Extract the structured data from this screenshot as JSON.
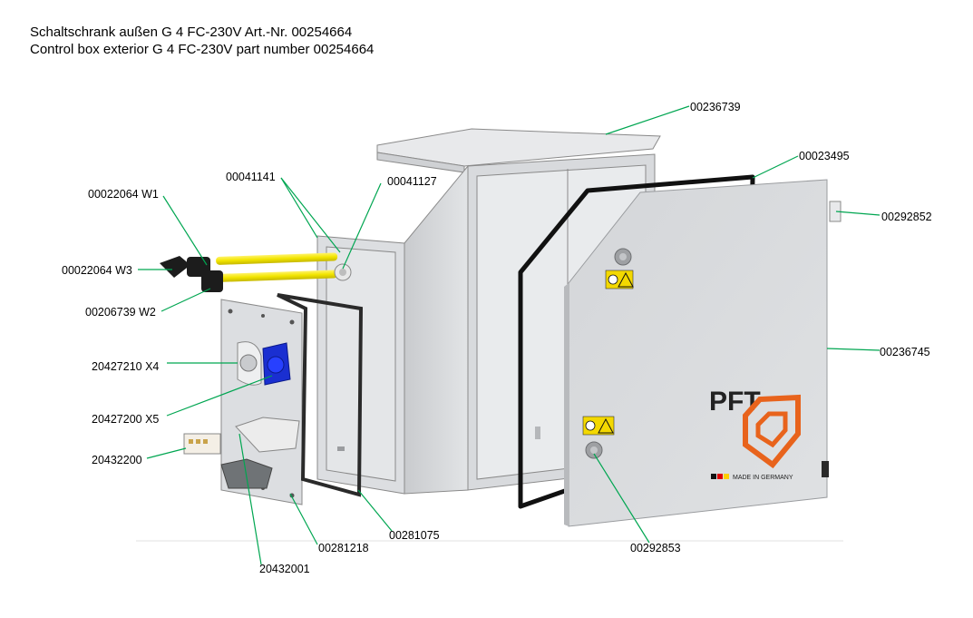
{
  "title": {
    "line1": "Schaltschrank außen G 4 FC-230V Art.-Nr. 00254664",
    "line2": "Control box exterior G 4 FC-230V part number 00254664"
  },
  "door": {
    "brand": "PFT",
    "made_in": "MADE IN GERMANY",
    "brand_color": "#e8631c"
  },
  "labels": {
    "p00236739": "00236739",
    "p00023495": "00023495",
    "p00292852": "00292852",
    "p00041141": "00041141",
    "p00041127": "00041127",
    "p00022064_w1": "00022064 W1",
    "p00022064_w3": "00022064 W3",
    "p00206739_w2": "00206739 W2",
    "p20427210_x4": "20427210 X4",
    "p20427200_x5": "20427200 X5",
    "p20432200": "20432200",
    "p00236745": "00236745",
    "p00281075": "00281075",
    "p00281218": "00281218",
    "p00292853": "00292853",
    "p20432001": "20432001"
  },
  "colors": {
    "leader": "#00a651",
    "cable": "#f2e500",
    "socket": "#1a2fd1",
    "panel": "#d9dbde",
    "gasket": "#111111"
  }
}
